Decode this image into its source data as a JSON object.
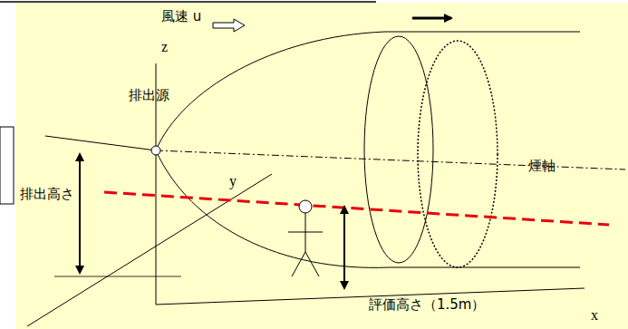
{
  "diagram": {
    "labels": [
      "風速 u",
      "z",
      "排出源",
      "y",
      "煙軸",
      "排出高さ",
      "x",
      "評価高さ（1.5m）"
    ]
  }
}
